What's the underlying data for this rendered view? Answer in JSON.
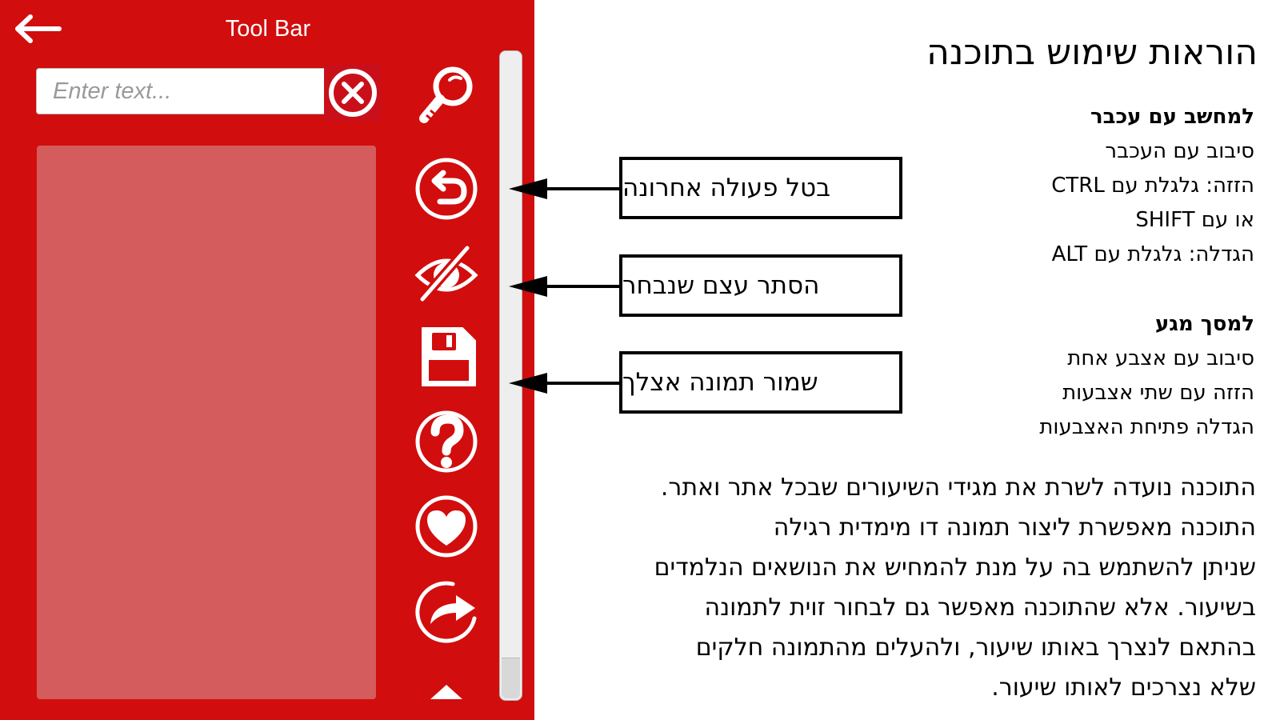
{
  "toolbar": {
    "title": "Tool Bar",
    "search_placeholder": "Enter text...",
    "search_value": "",
    "tools": [
      "search-icon",
      "undo-icon",
      "hide-icon",
      "save-icon",
      "help-icon",
      "heart-icon",
      "share-icon"
    ]
  },
  "callouts": {
    "undo": "בטל פעולה אחרונה",
    "hide": "הסתר עצם שנבחר",
    "save": "שמור תמונה אצלך"
  },
  "instructions": {
    "title": "הוראות שימוש בתוכנה",
    "mouse": {
      "heading": "למחשב עם עכבר",
      "lines": [
        "סיבוב עם העכבר",
        "הזזה: גלגלת עם CTRL",
        "או עם SHIFT",
        "הגדלה: גלגלת עם ALT"
      ]
    },
    "touch": {
      "heading": "למסך מגע",
      "lines": [
        "סיבוב עם אצבע אחת",
        "הזזה עם שתי אצבעות",
        "הגדלה פתיחת האצבעות"
      ]
    },
    "description": [
      "התוכנה נועדה לשרת את מגידי השיעורים שבכל אתר ואתר.",
      "התוכנה מאפשרת ליצור תמונה דו מימדית רגילה",
      "שניתן להשתמש בה על מנת להמחיש את הנושאים הנלמדים",
      "בשיעור. אלא שהתוכנה מאפשר גם לבחור זוית לתמונה",
      "בהתאם לנצרך באותו שיעור, ולהעלים מהתמונה חלקים",
      "שלא נצרכים לאותו שיעור."
    ]
  },
  "colors": {
    "panel": "#d20d0d",
    "results": "#d45c5c",
    "icon": "#ffffff"
  }
}
